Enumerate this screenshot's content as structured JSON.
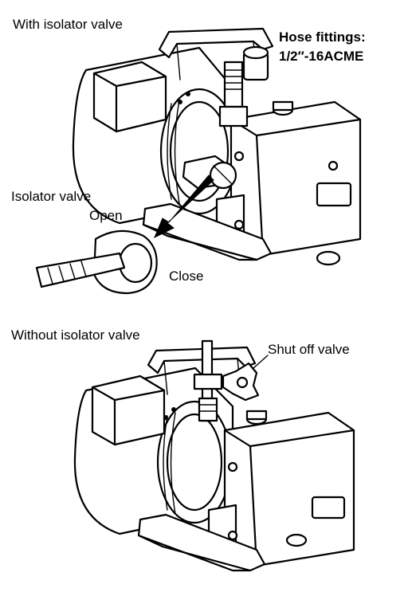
{
  "labels": {
    "with_isolator": "With isolator valve",
    "hose_fittings_line1": "Hose fittings:",
    "hose_fittings_line2": "1/2″-16ACME",
    "isolator_valve": "Isolator valve",
    "open": "Open",
    "close": "Close",
    "without_isolator": "Without isolator valve",
    "shut_off_valve": "Shut off valve"
  },
  "colors": {
    "ink": "#000000",
    "paper": "#ffffff"
  }
}
